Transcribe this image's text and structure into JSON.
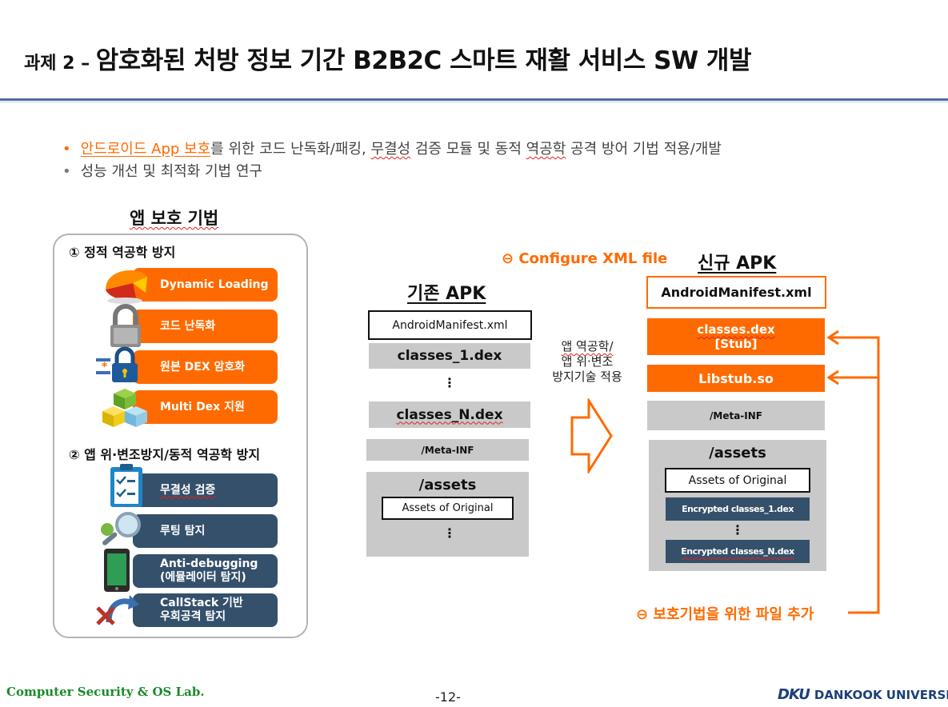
{
  "header": {
    "prefix": "과제 2 – ",
    "title": "암호화된 처방 정보 기간 B2B2C 스마트 재활 서비스 SW 개발"
  },
  "bullets": {
    "b1_highlight": "안드로이드 App 보호",
    "b1_part2": "를 위한 코드 난독화/패킹, ",
    "b1_word1": "무결성",
    "b1_part3": " 검증 모듈 및 동적 ",
    "b1_word2": "역공학",
    "b1_part4": " 공격 방어 기법 적용/개발",
    "b2": "성능 개선 및 최적화 기법 연구"
  },
  "protection": {
    "title": "앱 보호 기법",
    "section1": "① 정적 역공학 방지",
    "section2": "② 앱 위·변조방지/동적 역공학 방지",
    "items": [
      {
        "label": "Dynamic Loading",
        "icon": "dynamic-loading-icon"
      },
      {
        "label": "코드 난독화",
        "icon": "padlock-icon"
      },
      {
        "label": "원본 DEX 암호화",
        "icon": "encryption-lock-icon"
      },
      {
        "label": "Multi Dex 지원",
        "icon": "cubes-icon"
      },
      {
        "label": "무결성 검증",
        "icon": "checklist-icon"
      },
      {
        "label": "루팅 탐지",
        "icon": "magnifier-icon"
      },
      {
        "label": "Anti-debugging",
        "label2": "(에뮬레이터 탐지)",
        "icon": "phone-icon"
      },
      {
        "label": "CallStack 기반",
        "label2": "우회공격 탐지",
        "icon": "blocked-arrow-icon"
      }
    ]
  },
  "old_apk": {
    "title": "기존 APK",
    "manifest": "AndroidManifest.xml",
    "dex1": "classes_1.dex",
    "dexn": "classes_N.dex",
    "meta": "/Meta-INF",
    "assets": "/assets",
    "assets_orig": "Assets of Original",
    "dots": "⋮"
  },
  "transform": {
    "line1": "앱 역공학/",
    "line2": "앱 위·변조",
    "line3": "방지기술 적용"
  },
  "new_apk": {
    "title": "신규 APK",
    "config": "⊖ Configure XML file",
    "manifest": "AndroidManifest.xml",
    "dex_stub1": "classes.dex",
    "dex_stub2": "[Stub]",
    "libstub": "Libstub.so",
    "meta": "/Meta-INF",
    "assets": "/assets",
    "assets_orig": "Assets of Original",
    "enc1": "Encrypted classes_1.dex",
    "encn": "Encrypted classes_N.dex",
    "dots": "⋮",
    "add_files": "⊖ 보호기법을 위한 파일 추가"
  },
  "footer": {
    "lab": "Computer Security & OS Lab.",
    "page": "-12-",
    "university": "DANKOOK UNIVERSITY",
    "logo_mark": "DKU"
  },
  "colors": {
    "accent": "#ff6a00",
    "navy": "#34506b",
    "rule": "#4f6aa8",
    "gray_box": "#c9c9c9"
  }
}
